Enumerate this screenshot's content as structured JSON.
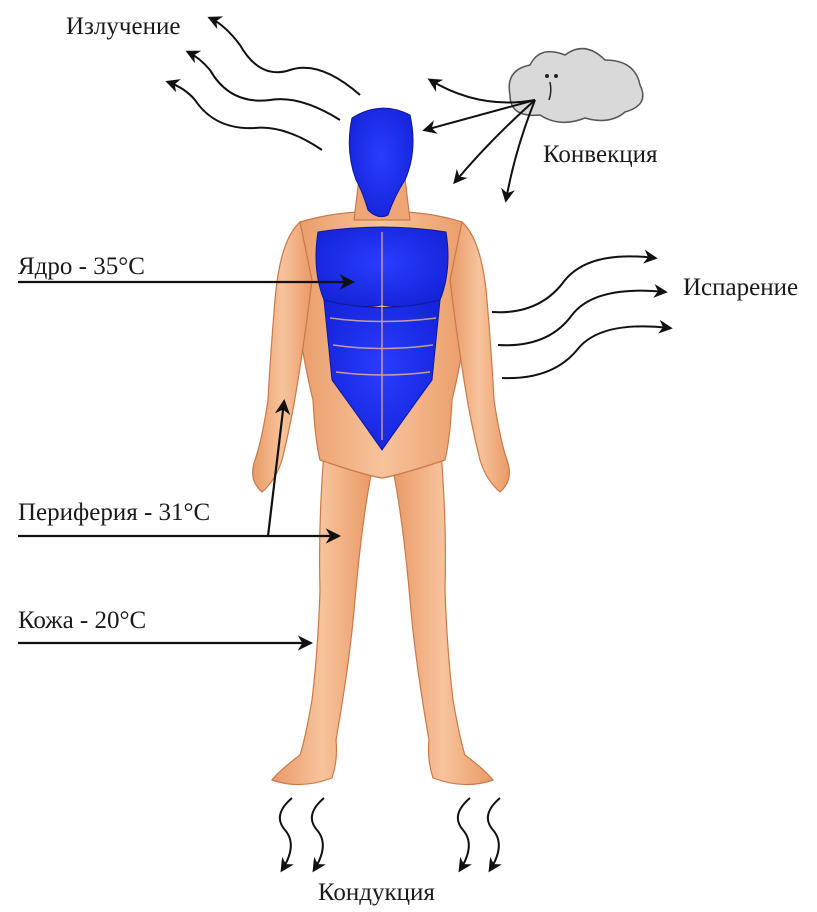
{
  "labels": {
    "radiation": "Излучение",
    "convection": "Конвекция",
    "evaporation": "Испарение",
    "core": "Ядро - 35°C",
    "periphery": "Периферия - 31°C",
    "skin": "Кожа - 20°C",
    "conduction": "Кондукция"
  },
  "colors": {
    "skin": "#f4b183",
    "skin_shadow": "#d98b5a",
    "core": "#1a2fe8",
    "arrow": "#111111",
    "cloud": "#d9d9d9"
  }
}
